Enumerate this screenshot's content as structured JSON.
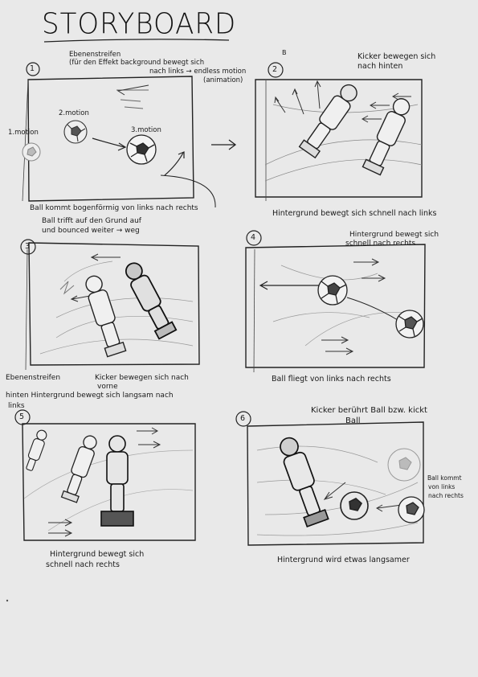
{
  "title": "STORYBOARD",
  "panels": [
    {
      "number": "1",
      "notes": [
        "Ebenenstreifen",
        "(für den Effekt background bewegt sich",
        "nach links → endless motion",
        "(animation)"
      ],
      "labels": [
        "1.motion",
        "2.motion",
        "3.motion"
      ],
      "caption": [
        "Ball kommt bogenförmig von links nach rechts",
        "Ball trifft auf den Grund auf",
        "und bounced weiter → weg"
      ]
    },
    {
      "number": "2",
      "marker": "B",
      "notes": [
        "Kicker bewegen sich",
        "nach hinten"
      ],
      "caption": [
        "Hintergrund bewegt sich schnell nach links"
      ]
    },
    {
      "number": "3",
      "notes": [],
      "caption": [
        "Ebenenstreifen",
        "hinten Hintergrund bewegt sich langsam nach",
        "links",
        "Kicker bewegen sich nach",
        "vorne"
      ]
    },
    {
      "number": "4",
      "notes": [
        "Hintergrund bewegt sich",
        "schnell nach rechts"
      ],
      "caption": [
        "Ball fliegt von links nach rechts"
      ]
    },
    {
      "number": "5",
      "notes": [],
      "caption": [
        "Hintergrund bewegt sich",
        "schnell nach rechts"
      ]
    },
    {
      "number": "6",
      "notes": [
        "Kicker berührt Ball bzw. kickt",
        "Ball",
        "Ball kommt",
        "von links",
        "nach rechts"
      ],
      "caption": [
        "Hintergrund wird etwas langsamer"
      ]
    }
  ]
}
